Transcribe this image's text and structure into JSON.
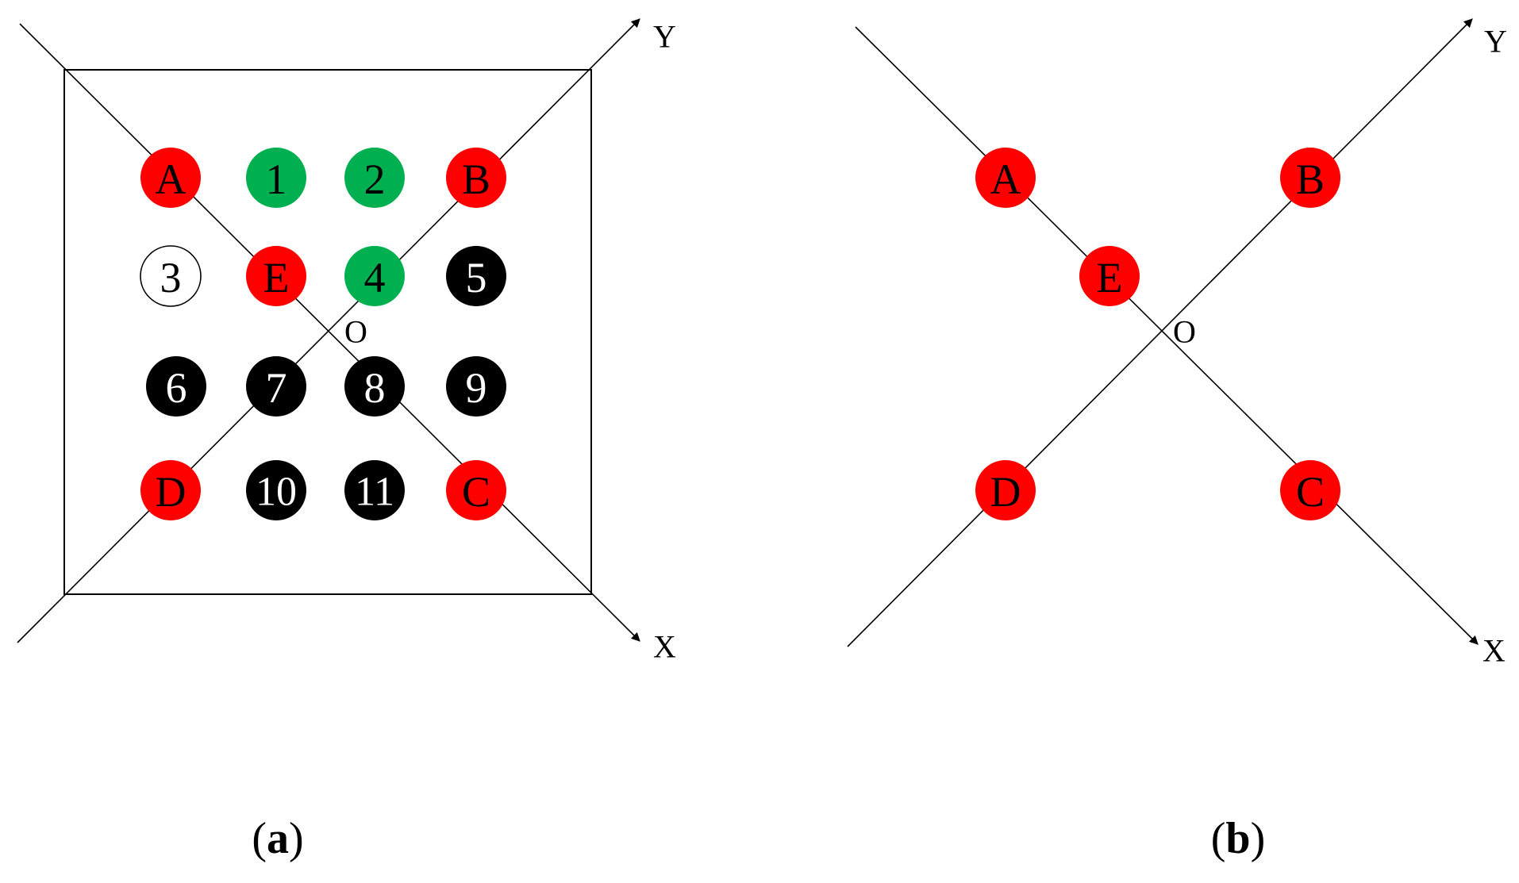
{
  "colors": {
    "red": "#ff0000",
    "green": "#00b050",
    "black": "#000000",
    "white": "#ffffff",
    "line": "#000000"
  },
  "panel_a": {
    "caption_open": "(",
    "caption_letter": "a",
    "caption_close": ")",
    "axis_x_label": "X",
    "axis_y_label": "Y",
    "origin_label": "O",
    "nodes": [
      {
        "name": "node-a-A",
        "label": "A",
        "fill": "red"
      },
      {
        "name": "node-a-1",
        "label": "1",
        "fill": "green"
      },
      {
        "name": "node-a-2",
        "label": "2",
        "fill": "green"
      },
      {
        "name": "node-a-B",
        "label": "B",
        "fill": "red"
      },
      {
        "name": "node-a-3",
        "label": "3",
        "fill": "white"
      },
      {
        "name": "node-a-E",
        "label": "E",
        "fill": "red"
      },
      {
        "name": "node-a-4",
        "label": "4",
        "fill": "green"
      },
      {
        "name": "node-a-5",
        "label": "5",
        "fill": "black"
      },
      {
        "name": "node-a-6",
        "label": "6",
        "fill": "black"
      },
      {
        "name": "node-a-7",
        "label": "7",
        "fill": "black"
      },
      {
        "name": "node-a-8",
        "label": "8",
        "fill": "black"
      },
      {
        "name": "node-a-9",
        "label": "9",
        "fill": "black"
      },
      {
        "name": "node-a-D",
        "label": "D",
        "fill": "red"
      },
      {
        "name": "node-a-10",
        "label": "10",
        "fill": "black"
      },
      {
        "name": "node-a-11",
        "label": "11",
        "fill": "black"
      },
      {
        "name": "node-a-C",
        "label": "C",
        "fill": "red"
      }
    ]
  },
  "panel_b": {
    "caption_open": "(",
    "caption_letter": "b",
    "caption_close": ")",
    "axis_x_label": "X",
    "axis_y_label": "Y",
    "origin_label": "O",
    "nodes": [
      {
        "name": "node-b-A",
        "label": "A",
        "fill": "red"
      },
      {
        "name": "node-b-B",
        "label": "B",
        "fill": "red"
      },
      {
        "name": "node-b-E",
        "label": "E",
        "fill": "red"
      },
      {
        "name": "node-b-D",
        "label": "D",
        "fill": "red"
      },
      {
        "name": "node-b-C",
        "label": "C",
        "fill": "red"
      }
    ]
  }
}
